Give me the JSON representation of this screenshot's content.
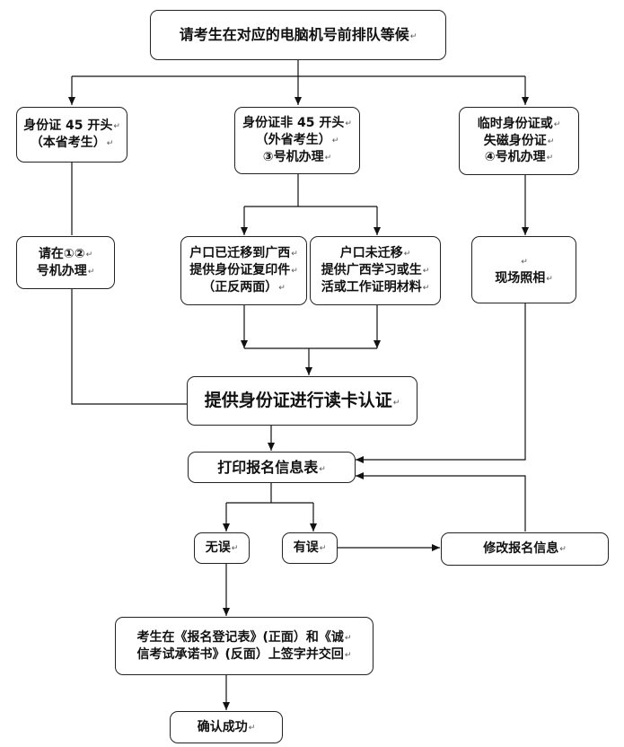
{
  "paragraph_mark": "↵",
  "nodes": {
    "queue": {
      "lines": [
        "请考生在对应的电脑机号前排队等候"
      ],
      "mark": true
    },
    "id45_local": {
      "lines": [
        "身份证 45 开头",
        "（本省考生）"
      ],
      "mark": true
    },
    "id_non45": {
      "lines": [
        "身份证非 45 开头",
        "（外省考生）",
        "③号机办理"
      ],
      "mark": true
    },
    "temp_id": {
      "lines": [
        "临时身份证或",
        "失磁身份证",
        "④号机办理"
      ],
      "mark": true
    },
    "desk12": {
      "lines": [
        "请在①②",
        "号机办理"
      ],
      "mark": true
    },
    "hukou_moved": {
      "lines": [
        "户口已迁移到广西",
        "提供身份证复印件",
        "（正反两面）"
      ],
      "mark": true
    },
    "hukou_not_moved": {
      "lines": [
        "户口未迁移",
        "提供广西学习或生",
        "活或工作证明材料"
      ],
      "mark": true
    },
    "photo": {
      "lines": [
        "",
        "现场照相"
      ],
      "mark": true
    },
    "read_card": {
      "lines": [
        "提供身份证进行读卡认证"
      ],
      "mark": true
    },
    "print_form": {
      "lines": [
        "打印报名信息表"
      ],
      "mark": true
    },
    "no_error": {
      "lines": [
        "无误"
      ],
      "mark": true
    },
    "has_error": {
      "lines": [
        "有误"
      ],
      "mark": true
    },
    "modify": {
      "lines": [
        "修改报名信息"
      ],
      "mark": true
    },
    "sign": {
      "lines": [
        "考生在《报名登记表》(正面）和《诚",
        "信考试承诺书》(反面）上签字并交回"
      ],
      "mark": true
    },
    "confirm": {
      "lines": [
        "确认成功"
      ],
      "mark": true
    }
  }
}
